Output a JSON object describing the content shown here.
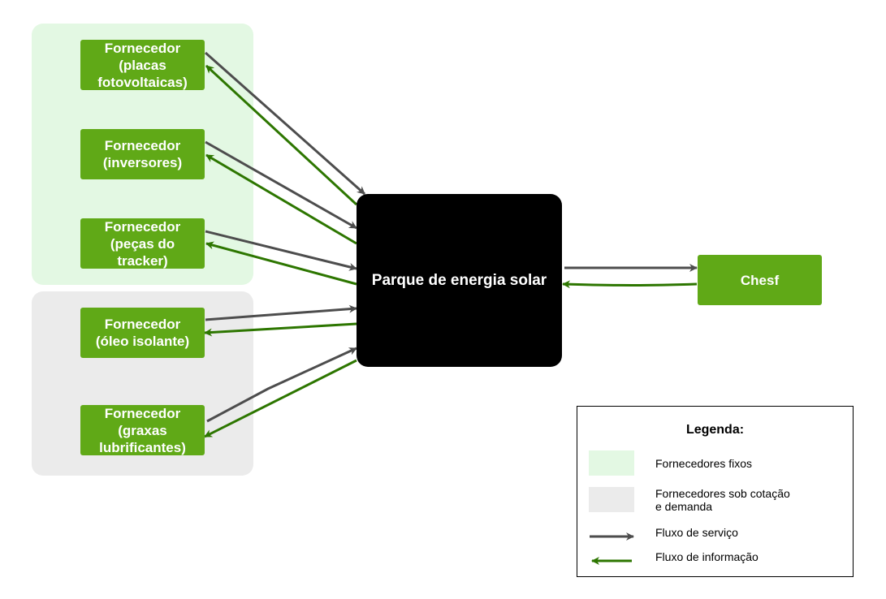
{
  "groups": {
    "fixed_color": "#e3f8e3",
    "quote_color": "#ebebeb"
  },
  "suppliers": [
    {
      "label": "Fornecedor\n(placas\nfotovoltaicas)"
    },
    {
      "label": "Fornecedor\n(inversores)"
    },
    {
      "label": "Fornecedor\n(peças do\ntracker)"
    },
    {
      "label": "Fornecedor\n(óleo isolante)"
    },
    {
      "label": "Fornecedor\n(graxas\nlubrificantes)"
    }
  ],
  "park": {
    "label": "Parque de energia solar"
  },
  "chesf": {
    "label": "Chesf"
  },
  "colors": {
    "box_green": "#60a917",
    "service_arrow": "#4d4d4d",
    "information_arrow": "#2d7600"
  },
  "legend": {
    "title": "Legenda:",
    "items": [
      {
        "label": "Fornecedores fixos"
      },
      {
        "label": "Fornecedores sob cotação\ne demanda"
      },
      {
        "label": "Fluxo de serviço"
      },
      {
        "label": "Fluxo de informação"
      }
    ]
  }
}
